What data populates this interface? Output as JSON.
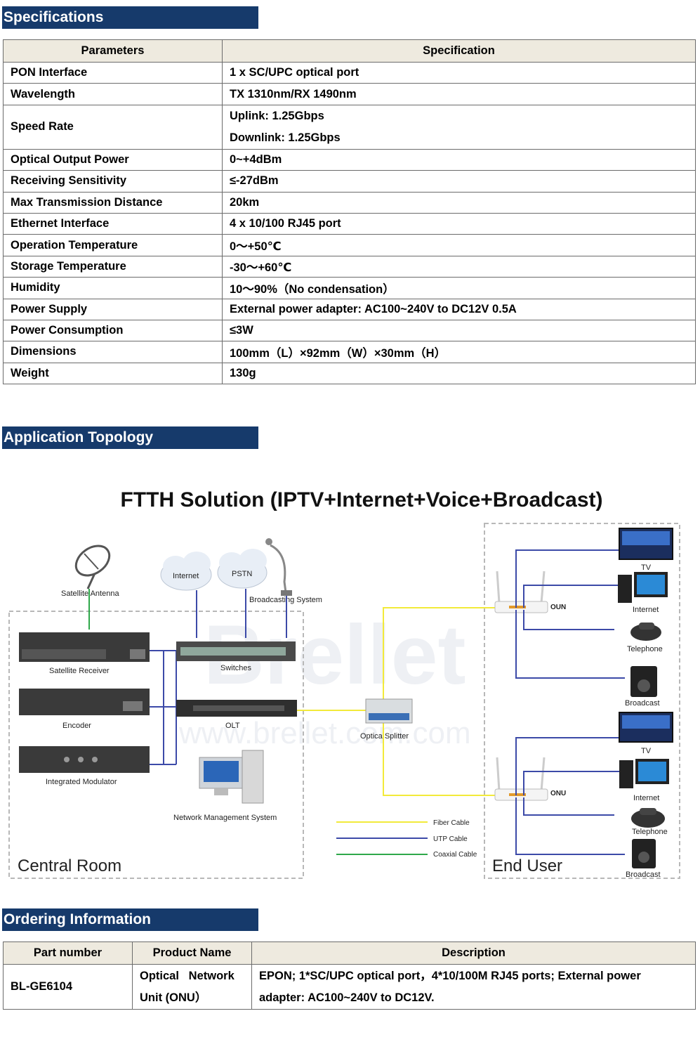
{
  "sections": {
    "specifications": "Specifications",
    "topology": "Application Topology",
    "ordering": "Ordering Information"
  },
  "spec_table": {
    "headers": [
      "Parameters",
      "Specification"
    ],
    "rows": [
      {
        "param": "PON Interface",
        "value": "1 x SC/UPC optical port"
      },
      {
        "param": "Wavelength",
        "value": "TX 1310nm/RX 1490nm"
      },
      {
        "param": "Speed Rate",
        "value": "Uplink: 1.25Gbps",
        "value2": "Downlink: 1.25Gbps"
      },
      {
        "param": "Optical Output Power",
        "value": "0~+4dBm"
      },
      {
        "param": "Receiving Sensitivity",
        "value": "≤-27dBm"
      },
      {
        "param": "Max Transmission Distance",
        "value": "20km"
      },
      {
        "param": "Ethernet Interface",
        "value": "4 x 10/100 RJ45 port"
      },
      {
        "param": "Operation Temperature",
        "value": "0～+50℃"
      },
      {
        "param": "Storage Temperature",
        "value": "-30～+60℃"
      },
      {
        "param": "Humidity",
        "value": "10～90%（No condensation）"
      },
      {
        "param": "Power Supply",
        "value": "External power adapter: AC100~240V to DC12V 0.5A"
      },
      {
        "param": "Power Consumption",
        "value": "≤3W"
      },
      {
        "param": "Dimensions",
        "value": "100mm（L）×92mm（W）×30mm（H）"
      },
      {
        "param": "Weight",
        "value": "130g"
      }
    ]
  },
  "diagram": {
    "title": "FTTH Solution (IPTV+Internet+Voice+Broadcast)",
    "watermark": "Brellet",
    "watermark_url": "www.brellet.com.com",
    "central_room": "Central Room",
    "end_user": "End User",
    "labels": {
      "satellite_antenna": "Satellite Antenna",
      "internet_cloud": "Internet",
      "pstn_cloud": "PSTN",
      "broadcasting": "Broadcasting System",
      "satellite_receiver": "Satellite Receiver",
      "switches": "Switches",
      "encoder": "Encoder",
      "olt": "OLT",
      "integrated_modulator": "Integrated Modulator",
      "nms": "Network Management System",
      "splitter": "Optica  Splitter",
      "oun": "OUN",
      "onu": "ONU",
      "tv": "TV",
      "internet": "Internet",
      "telephone": "Telephone",
      "broadcast": "Broadcast"
    },
    "legend": [
      {
        "label": "Fiber Cable",
        "color": "#f2ea3a"
      },
      {
        "label": "UTP Cable",
        "color": "#3c4aa8"
      },
      {
        "label": "Coaxial Cable",
        "color": "#2fa84a"
      }
    ]
  },
  "order_table": {
    "headers": [
      "Part number",
      "Product Name",
      "Description"
    ],
    "row": {
      "part": "BL-GE6104",
      "name_line1": "Optical   Network",
      "name_line2": "Unit (ONU）",
      "desc_line1": "EPON; 1*SC/UPC optical port，4*10/100M RJ45 ports; External power",
      "desc_line2": "adapter: AC100~240V to DC12V."
    }
  }
}
